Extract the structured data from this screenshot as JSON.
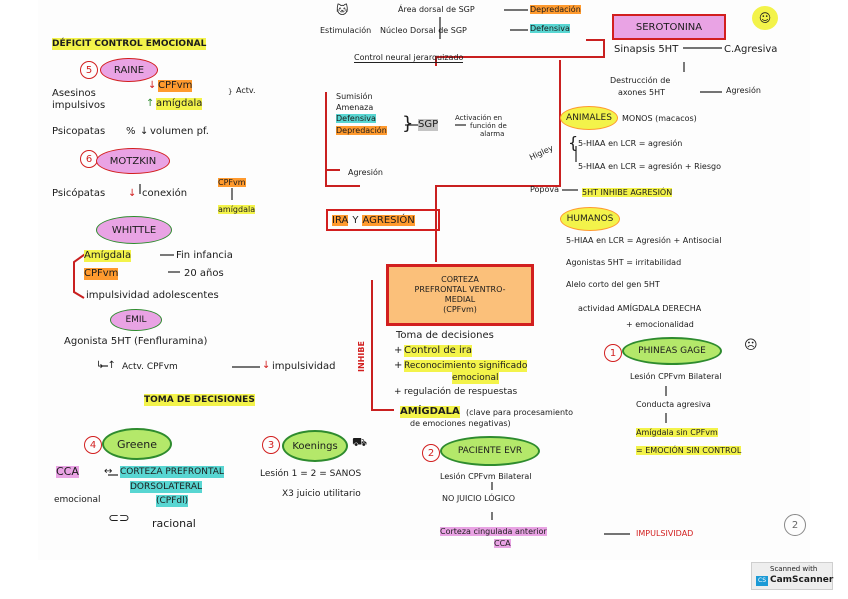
{
  "left": {
    "title": "DÉFICIT CONTROL EMOCIONAL",
    "raine": {
      "num": "5",
      "name": "RAINE",
      "l1a": "Asesinos",
      "l1b": "CPFvm",
      "l2a": "impulsivos",
      "l2b": "amígdala",
      "actv": "Actv.",
      "l3a": "Psicopatas",
      "l3b": "volumen pf."
    },
    "motzkin": {
      "num": "6",
      "name": "MOTZKIN",
      "l1a": "Psicópatas",
      "l1b": "conexión",
      "cpfvm": "CPFvm",
      "amigdala": "amígdala"
    },
    "whittle": {
      "name": "WHITTLE",
      "l1a": "Amígdala",
      "l1b": "Fin infancia",
      "l2a": "CPFvm",
      "l2b": "20 años",
      "l3": "impulsividad adolescentes"
    },
    "emil": {
      "name": "EMIL",
      "l1": "Agonista 5HT (Fenfluramina)",
      "l2": "Actv. CPFvm",
      "l3": "impulsividad"
    },
    "toma_title": "TOMA DE DECISIONES",
    "greene": {
      "num": "4",
      "name": "Greene",
      "cca": "CCA",
      "cortex": "CORTEZA PREFRONTAL",
      "dorsolat": "DORSOLATERAL",
      "cpfdl": "(CPFdl)",
      "emocional": "emocional",
      "racional": "racional"
    },
    "koenings": {
      "num": "3",
      "name": "Koenings",
      "l1": "Lesión 1 = 2 = SANOS",
      "l2": "X3 juicio utilitario"
    }
  },
  "center": {
    "area": "Área dorsal de SGP",
    "depredacion": "Depredación",
    "estim": "Estimulación",
    "nucleo": "Núcleo Dorsal de SGP",
    "defensiva": "Defensiva",
    "control": "Control neural jerarquizado",
    "list": [
      "Sumisión",
      "Amenaza",
      "Defensiva",
      "Depredación"
    ],
    "sgp": "SGP",
    "activacion1": "Activación en",
    "activacion2": "función de",
    "activacion3": "alarma",
    "agresion": "Agresión",
    "ira": "IRA",
    "y": "Y",
    "agresion2": "AGRESIÓN",
    "corteza1": "CORTEZA",
    "corteza2": "PREFRONTAL VENTRO-",
    "corteza3": "MEDIAL",
    "corteza4": "(CPFvm)",
    "inhibe": "INHIBE",
    "t1": "Toma de decisiones",
    "t2": "Control de ira",
    "t3": "Reconocimiento significado",
    "t3b": "emocional",
    "t4": "regulación de respuestas",
    "amigdala": "AMÍGDALA",
    "amig_note1": "(clave para procesamiento",
    "amig_note2": "de emociones negativas)",
    "evr": {
      "num": "2",
      "name": "PACIENTE EVR",
      "l1": "Lesión CPFvm Bilateral",
      "l2": "NO JUICIO LÓGICO"
    },
    "cingulada1": "Corteza cingulada anterior",
    "cingulada2": "CCA",
    "impulsividad": "IMPULSIVIDAD"
  },
  "right": {
    "serotonina": "SEROTONINA",
    "l1a": "Sinapsis 5HT",
    "l1b": "C.Agresiva",
    "l2a": "Destrucción de",
    "l2b": "axones 5HT",
    "l2c": "Agresión",
    "animales": "ANIMALES",
    "monos": "MONOS (macacos)",
    "higley": "Higley",
    "h1": "5-HIAA en LCR = agresión",
    "h2": "5-HIAA en LCR = agresión + Riesgo",
    "popova": "Popova",
    "popova_text": "5HT INHIBE AGRESIÓN",
    "humanos": "HUMANOS",
    "u1": "5-HIAA en LCR = Agresión + Antisocial",
    "u2": "Agonistas 5HT = irritabilidad",
    "u3": "Alelo corto del gen 5HT",
    "u4": "actividad AMÍGDALA DERECHA",
    "u5": "+ emocionalidad",
    "gage": {
      "num": "1",
      "name": "PHINEAS GAGE",
      "l1": "Lesión CPFvm Bilateral",
      "l2": "Conducta agresiva",
      "l3": "Amígdala sin CPFvm",
      "l4": "= EMOCIÓN SIN CONTROL"
    },
    "page_num": "2"
  },
  "stamp": {
    "l1": "Scanned with",
    "l2": "CamScanner"
  }
}
